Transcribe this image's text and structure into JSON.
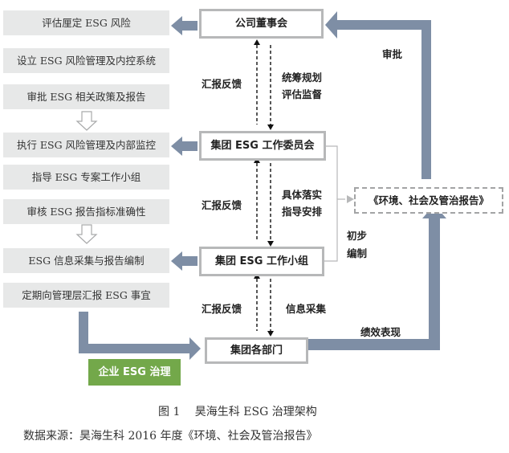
{
  "left_items": [
    "评估厘定 ESG 风险",
    "设立 ESG 风险管理及内控系统",
    "审批 ESG 相关政策及报告",
    "执行 ESG 风险管理及内部监控",
    "指导 ESG 专案工作小组",
    "审核 ESG 报告指标准确性",
    "ESG 信息采集与报告编制",
    "定期向管理层汇报 ESG 事宜"
  ],
  "nodes": {
    "board": "公司董事会",
    "committee": "集团 ESG 工作委员会",
    "working_group": "集团 ESG 工作小组",
    "departments": "集团各部门",
    "report": "《环境、社会及管治报告》",
    "governance": "企业 ESG 治理"
  },
  "edge_labels": {
    "report_up_1": "汇报反馈",
    "plan_1": "统筹规划",
    "plan_2": "评估监督",
    "report_up_2": "汇报反馈",
    "implement_1": "具体落实",
    "implement_2": "指导安排",
    "report_up_3": "汇报反馈",
    "info_collect": "信息采集",
    "draft_1": "初步",
    "draft_2": "编制",
    "approve": "审批",
    "performance": "绩效表现"
  },
  "caption": {
    "title": "图 1　 昊海生科 ESG 治理架构",
    "source": "数据来源：昊海生科 2016 年度《环境、社会及管治报告》"
  },
  "colors": {
    "arrow_blue": "#7e8ea5",
    "box_gray": "#e7e8e8",
    "border_gray": "#b7b8b9",
    "green": "#73a84a"
  }
}
